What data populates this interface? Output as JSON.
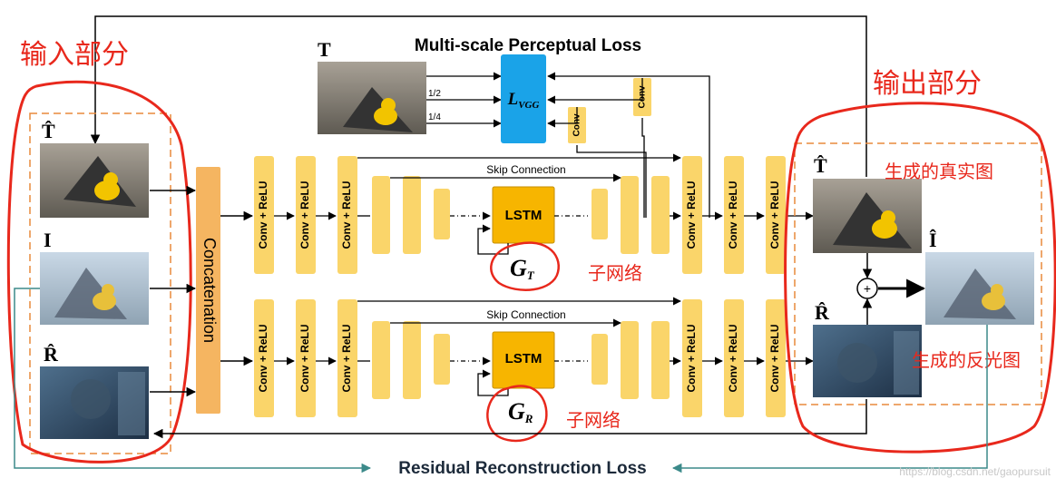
{
  "title": "Multi-scale Perceptual Loss",
  "bottom_title": "Residual Reconstruction Loss",
  "watermark": "https://blog.csdn.net/gaopursuit",
  "input_section": "输入部分",
  "output_section": "输出部分",
  "input_labels": {
    "t": "T̂",
    "i": "I",
    "r": "R̂"
  },
  "output_labels": {
    "t": "T̂",
    "i": "Î",
    "r": "R̂"
  },
  "gt_label": "T",
  "concat": "Concatenation",
  "conv": "Conv + ReLU",
  "conv_small": "Conv",
  "lstm": "LSTM",
  "skip": "Skip Connection",
  "loss_main": "L",
  "loss_sub": "VGG",
  "scale_half": "1/2",
  "scale_quarter": "1/4",
  "gt_net": "G",
  "gt_sub": "T",
  "gr_net": "G",
  "gr_sub": "R",
  "subnet": "子网络",
  "gen_transmission": "生成的真实图",
  "gen_reflection": "生成的反光图",
  "plus": "+",
  "colors": {
    "block": "#fad56a",
    "lstm": "#f7b500",
    "concat": "#f5b561",
    "loss": "#1aa3e8",
    "red": "#e8281c",
    "orange_dash": "#e88a3c",
    "teal": "#3c8a8a"
  }
}
